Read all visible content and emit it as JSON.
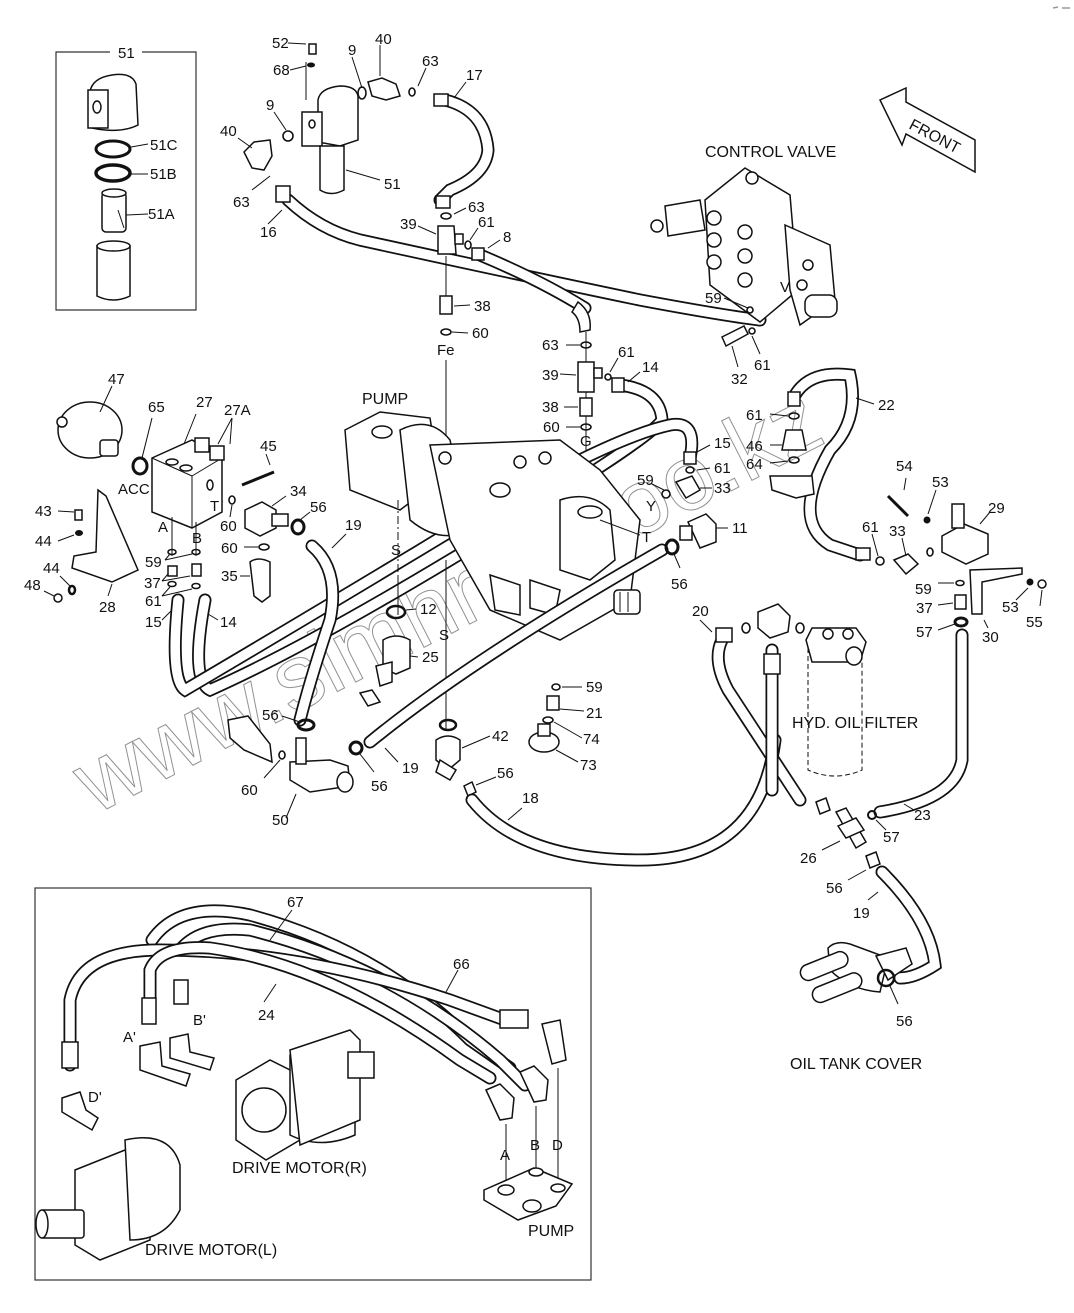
{
  "diagram": {
    "type": "exploded-parts-diagram",
    "subject": "Hydraulic piping and drive motor lines",
    "captions": {
      "control_valve": "CONTROL VALVE",
      "front": "FRONT",
      "pump": "PUMP",
      "hyd_oil_filter": "HYD. OIL FILTER",
      "oil_tank_cover": "OIL TANK COVER",
      "drive_motor_r": "DRIVE MOTOR(R)",
      "drive_motor_l": "DRIVE MOTOR(L)",
      "pump_inset": "PUMP"
    },
    "port_letters": {
      "acc": "ACC",
      "t1": "T",
      "a1": "A",
      "b1": "B",
      "fe": "Fe",
      "g": "G",
      "s1": "S",
      "s2": "S",
      "y": "Y",
      "t2": "T",
      "v": "V",
      "a_prime": "A'",
      "b_prime": "B'",
      "d_prime": "D'",
      "a2": "A",
      "b2": "B",
      "d2": "D"
    },
    "watermark": "www.simhron-too.kz",
    "filter_inset": {
      "title": "51",
      "parts": [
        "51C",
        "51B",
        "51A"
      ]
    },
    "callouts": {
      "c52": "52",
      "c68": "68",
      "c9a": "9",
      "c40a": "40",
      "c63a": "63",
      "c17": "17",
      "c9b": "9",
      "c40b": "40",
      "c51": "51",
      "c63b": "63",
      "c16": "16",
      "c63c": "63",
      "c39a": "39",
      "c61a": "61",
      "c8": "8",
      "c38a": "38",
      "c60a": "60",
      "c59a": "59",
      "c32": "32",
      "c61b": "61",
      "c63d": "63",
      "c61c": "61",
      "c14a": "14",
      "c39b": "39",
      "c38b": "38",
      "c60b": "60",
      "c47": "47",
      "c65": "65",
      "c27": "27",
      "c27a": "27A",
      "c45": "45",
      "c34": "34",
      "c56a": "56",
      "c43": "43",
      "c44a": "44",
      "c44b": "44",
      "c48": "48",
      "c28": "28",
      "c59b": "59",
      "c37a": "37",
      "c61d": "61",
      "c15a": "15",
      "c14b": "14",
      "c60c": "60",
      "c60d": "60",
      "c35": "35",
      "c19a": "19",
      "c12": "12",
      "c25": "25",
      "c22": "22",
      "c61e": "61",
      "c46": "46",
      "c64": "64",
      "c15b": "15",
      "c61f": "61",
      "c33a": "33",
      "c59c": "59",
      "c11": "11",
      "c56b": "56",
      "c54": "54",
      "c53a": "53",
      "c29": "29",
      "c61g": "61",
      "c33b": "33",
      "c59d": "59",
      "c37b": "37",
      "c57a": "57",
      "c30": "30",
      "c53b": "53",
      "c55": "55",
      "c20": "20",
      "c59e": "59",
      "c21": "21",
      "c74": "74",
      "c73": "73",
      "c42": "42",
      "c56c": "56",
      "c18": "18",
      "c56d": "56",
      "c56e": "56",
      "c19b": "19",
      "c60e": "60",
      "c50": "50",
      "c23": "23",
      "c57b": "57",
      "c26": "26",
      "c56f": "56",
      "c19c": "19",
      "c56g": "56",
      "c67": "67",
      "c66": "66",
      "c24": "24"
    }
  }
}
